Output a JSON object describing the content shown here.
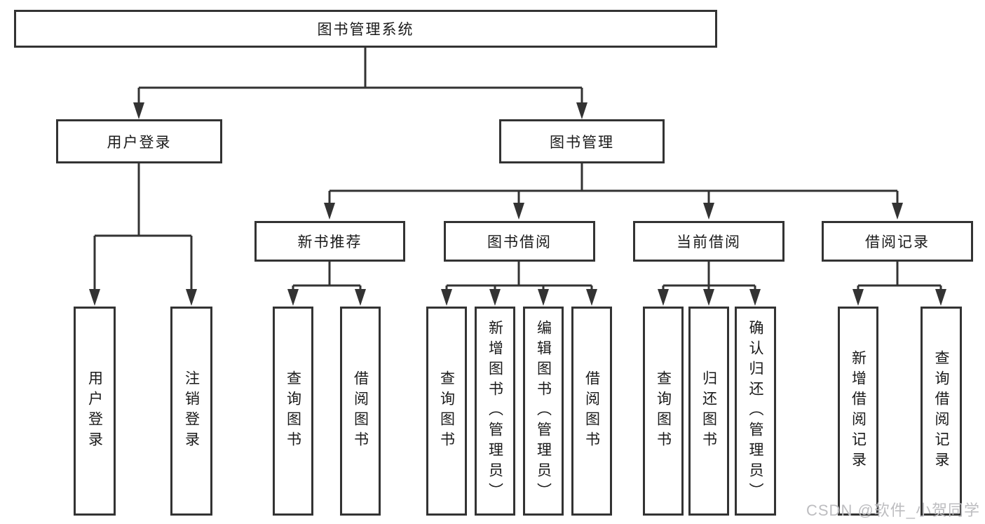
{
  "root": {
    "label": "图书管理系统"
  },
  "level2": [
    {
      "label": "用户登录"
    },
    {
      "label": "图书管理"
    }
  ],
  "level3": [
    {
      "label": "新书推荐",
      "parent": "图书管理"
    },
    {
      "label": "图书借阅",
      "parent": "图书管理"
    },
    {
      "label": "当前借阅",
      "parent": "图书管理"
    },
    {
      "label": "借阅记录",
      "parent": "图书管理"
    }
  ],
  "leaves": [
    {
      "label": "用户登录",
      "parent": "用户登录"
    },
    {
      "label": "注销登录",
      "parent": "用户登录"
    },
    {
      "label": "查询图书",
      "parent": "新书推荐"
    },
    {
      "label": "借阅图书",
      "parent": "新书推荐"
    },
    {
      "label": "查询图书",
      "parent": "图书借阅"
    },
    {
      "label": "新增图书（管理员）",
      "parent": "图书借阅"
    },
    {
      "label": "编辑图书（管理员）",
      "parent": "图书借阅"
    },
    {
      "label": "借阅图书",
      "parent": "图书借阅"
    },
    {
      "label": "查询图书",
      "parent": "当前借阅"
    },
    {
      "label": "归还图书",
      "parent": "当前借阅"
    },
    {
      "label": "确认归还（管理员）",
      "parent": "当前借阅"
    },
    {
      "label": "新增借阅记录",
      "parent": "借阅记录"
    },
    {
      "label": "查询借阅记录",
      "parent": "借阅记录"
    }
  ],
  "watermark": "CSDN @软件_小贺同学",
  "colors": {
    "line": "#333333",
    "text": "#1a1a1a",
    "watermark": "#bdbdc0",
    "background": "#ffffff"
  }
}
